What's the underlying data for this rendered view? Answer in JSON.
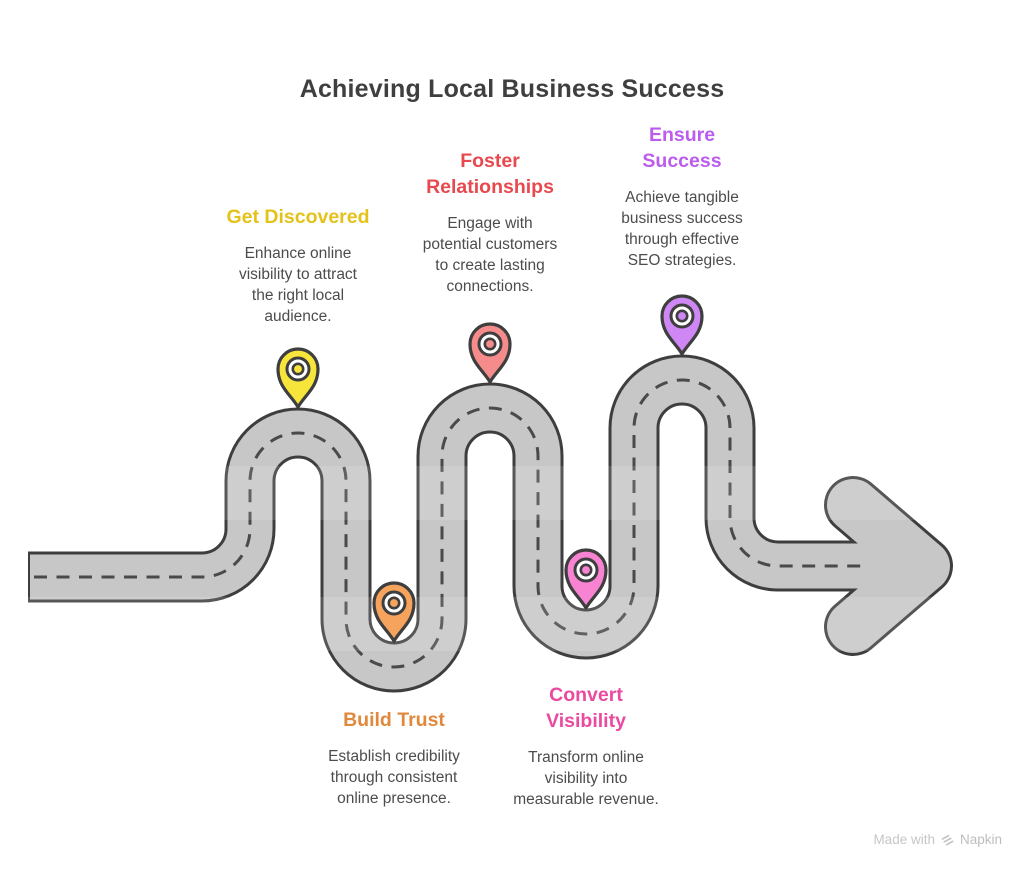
{
  "title": {
    "text": "Achieving Local Business Success",
    "color": "#3F3F3F"
  },
  "milestones": [
    {
      "id": "get-discovered",
      "title": "Get Discovered",
      "body": "Enhance online\nvisibility to attract\nthe right local\naudience.",
      "title_color": "#E4C219",
      "pin_color": "#F8E53B",
      "pin_icon": "map-pin"
    },
    {
      "id": "build-trust",
      "title": "Build Trust",
      "body": "Establish credibility\nthrough consistent\nonline presence.",
      "title_color": "#E0893C",
      "pin_color": "#F5A35D",
      "pin_icon": "map-pin"
    },
    {
      "id": "foster-relationships",
      "title": "Foster\nRelationships",
      "body": "Engage with\npotential customers\nto create lasting\nconnections.",
      "title_color": "#E8494E",
      "pin_color": "#F68B8B",
      "pin_icon": "map-pin"
    },
    {
      "id": "convert-visibility",
      "title": "Convert\nVisibility",
      "body": "Transform online\nvisibility into\nmeasurable revenue.",
      "title_color": "#EA4A9F",
      "pin_color": "#F883D2",
      "pin_icon": "map-pin"
    },
    {
      "id": "ensure-success",
      "title": "Ensure\nSuccess",
      "body": "Achieve tangible\nbusiness success\nthrough effective\nSEO strategies.",
      "title_color": "#BB5CEC",
      "pin_color": "#CE87F4",
      "pin_icon": "map-pin"
    }
  ],
  "road": {
    "surface_color": "#C7C7C7",
    "outline_color": "#3E3E3E",
    "centerline_color": "#4A4A4A",
    "direction": "left-to-right-arrow"
  },
  "watermark": {
    "prefix": "Made with",
    "brand": "Napkin",
    "color": "#C6C6C6"
  }
}
